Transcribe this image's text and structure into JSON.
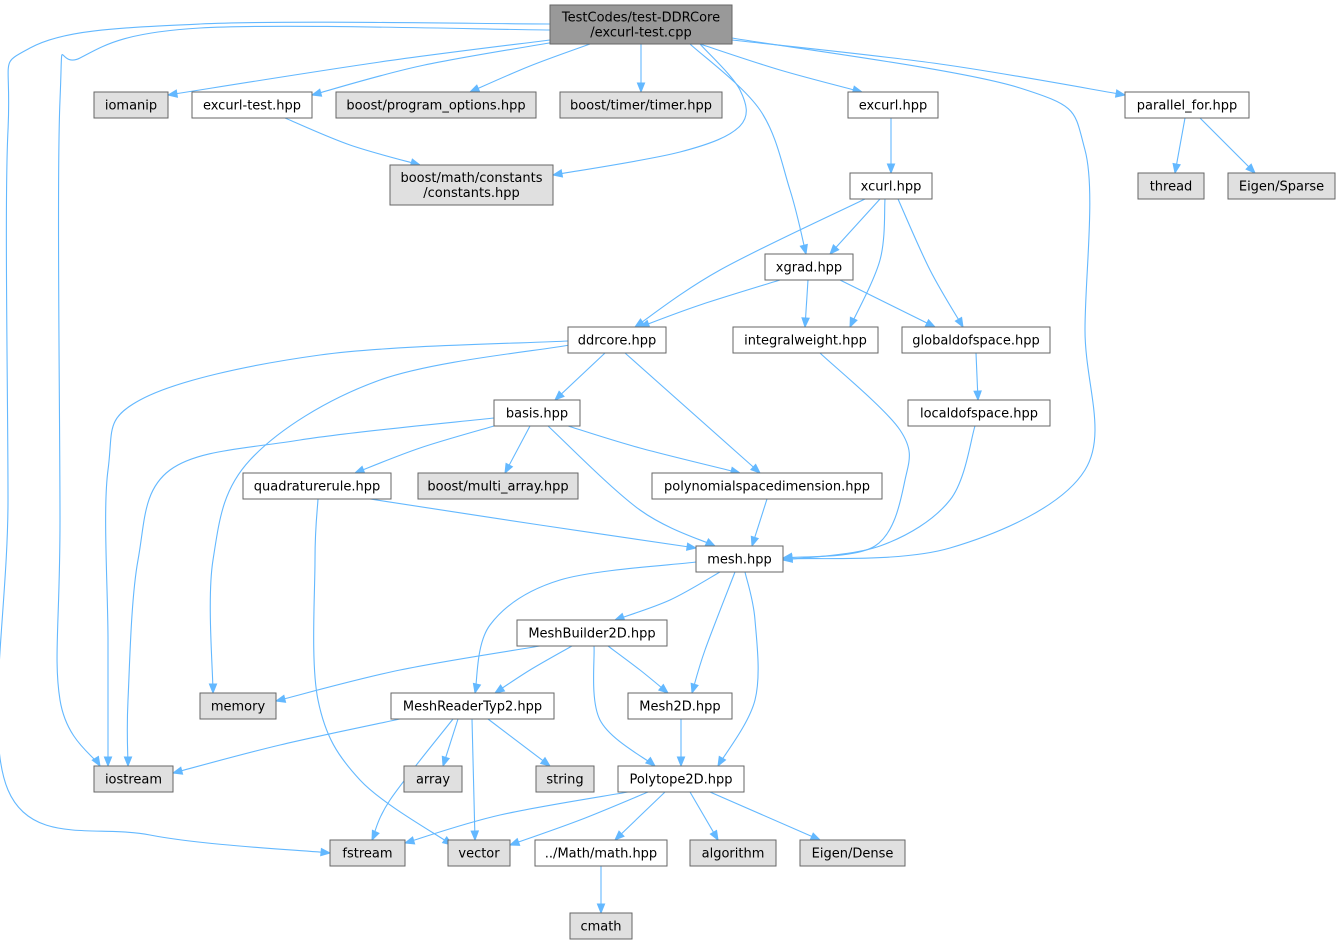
{
  "colors": {
    "root_fill": "#999999",
    "external_fill": "#e0e0e0",
    "internal_fill": "#ffffff",
    "edge": "#63b8ff"
  },
  "nodes": [
    {
      "id": "root",
      "lines": [
        "TestCodes/test-DDRCore",
        "/excurl-test.cpp"
      ],
      "kind": "root"
    },
    {
      "id": "iomanip",
      "lines": [
        "iomanip"
      ],
      "kind": "external"
    },
    {
      "id": "excurl_test",
      "lines": [
        "excurl-test.hpp"
      ],
      "kind": "internal"
    },
    {
      "id": "program_options",
      "lines": [
        "boost/program_options.hpp"
      ],
      "kind": "external"
    },
    {
      "id": "timer",
      "lines": [
        "boost/timer/timer.hpp"
      ],
      "kind": "external"
    },
    {
      "id": "excurl",
      "lines": [
        "excurl.hpp"
      ],
      "kind": "internal"
    },
    {
      "id": "parallel_for",
      "lines": [
        "parallel_for.hpp"
      ],
      "kind": "internal"
    },
    {
      "id": "constants",
      "lines": [
        "boost/math/constants",
        "/constants.hpp"
      ],
      "kind": "external"
    },
    {
      "id": "xcurl",
      "lines": [
        "xcurl.hpp"
      ],
      "kind": "internal"
    },
    {
      "id": "thread",
      "lines": [
        "thread"
      ],
      "kind": "external"
    },
    {
      "id": "eigen_sparse",
      "lines": [
        "Eigen/Sparse"
      ],
      "kind": "external"
    },
    {
      "id": "xgrad",
      "lines": [
        "xgrad.hpp"
      ],
      "kind": "internal"
    },
    {
      "id": "ddrcore",
      "lines": [
        "ddrcore.hpp"
      ],
      "kind": "internal"
    },
    {
      "id": "integralweight",
      "lines": [
        "integralweight.hpp"
      ],
      "kind": "internal"
    },
    {
      "id": "globaldofspace",
      "lines": [
        "globaldofspace.hpp"
      ],
      "kind": "internal"
    },
    {
      "id": "basis",
      "lines": [
        "basis.hpp"
      ],
      "kind": "internal"
    },
    {
      "id": "localdofspace",
      "lines": [
        "localdofspace.hpp"
      ],
      "kind": "internal"
    },
    {
      "id": "quadraturerule",
      "lines": [
        "quadraturerule.hpp"
      ],
      "kind": "internal"
    },
    {
      "id": "multi_array",
      "lines": [
        "boost/multi_array.hpp"
      ],
      "kind": "external"
    },
    {
      "id": "polyspacedim",
      "lines": [
        "polynomialspacedimension.hpp"
      ],
      "kind": "internal"
    },
    {
      "id": "mesh",
      "lines": [
        "mesh.hpp"
      ],
      "kind": "internal"
    },
    {
      "id": "meshbuilder2d",
      "lines": [
        "MeshBuilder2D.hpp"
      ],
      "kind": "internal"
    },
    {
      "id": "memory",
      "lines": [
        "memory"
      ],
      "kind": "external"
    },
    {
      "id": "meshreadertyp2",
      "lines": [
        "MeshReaderTyp2.hpp"
      ],
      "kind": "internal"
    },
    {
      "id": "mesh2d",
      "lines": [
        "Mesh2D.hpp"
      ],
      "kind": "internal"
    },
    {
      "id": "iostream",
      "lines": [
        "iostream"
      ],
      "kind": "external"
    },
    {
      "id": "array",
      "lines": [
        "array"
      ],
      "kind": "external"
    },
    {
      "id": "string",
      "lines": [
        "string"
      ],
      "kind": "external"
    },
    {
      "id": "polytope2d",
      "lines": [
        "Polytope2D.hpp"
      ],
      "kind": "internal"
    },
    {
      "id": "fstream",
      "lines": [
        "fstream"
      ],
      "kind": "external"
    },
    {
      "id": "vector",
      "lines": [
        "vector"
      ],
      "kind": "external"
    },
    {
      "id": "math",
      "lines": [
        "../Math/math.hpp"
      ],
      "kind": "internal"
    },
    {
      "id": "algorithm",
      "lines": [
        "algorithm"
      ],
      "kind": "external"
    },
    {
      "id": "eigen_dense",
      "lines": [
        "Eigen/Dense"
      ],
      "kind": "external"
    },
    {
      "id": "cmath",
      "lines": [
        "cmath"
      ],
      "kind": "external"
    }
  ],
  "edges": [
    [
      "root",
      "iomanip"
    ],
    [
      "root",
      "excurl_test"
    ],
    [
      "root",
      "program_options"
    ],
    [
      "root",
      "timer"
    ],
    [
      "root",
      "excurl"
    ],
    [
      "root",
      "parallel_for"
    ],
    [
      "root",
      "constants"
    ],
    [
      "root",
      "xgrad"
    ],
    [
      "root",
      "mesh"
    ],
    [
      "root",
      "iostream"
    ],
    [
      "root",
      "fstream"
    ],
    [
      "excurl_test",
      "constants"
    ],
    [
      "excurl",
      "xcurl"
    ],
    [
      "parallel_for",
      "thread"
    ],
    [
      "parallel_for",
      "eigen_sparse"
    ],
    [
      "xcurl",
      "xgrad"
    ],
    [
      "xcurl",
      "ddrcore"
    ],
    [
      "xcurl",
      "integralweight"
    ],
    [
      "xcurl",
      "globaldofspace"
    ],
    [
      "xgrad",
      "ddrcore"
    ],
    [
      "xgrad",
      "integralweight"
    ],
    [
      "xgrad",
      "globaldofspace"
    ],
    [
      "ddrcore",
      "basis"
    ],
    [
      "ddrcore",
      "polyspacedim"
    ],
    [
      "ddrcore",
      "iostream"
    ],
    [
      "ddrcore",
      "memory"
    ],
    [
      "integralweight",
      "mesh"
    ],
    [
      "globaldofspace",
      "localdofspace"
    ],
    [
      "localdofspace",
      "mesh"
    ],
    [
      "basis",
      "quadraturerule"
    ],
    [
      "basis",
      "multi_array"
    ],
    [
      "basis",
      "polyspacedim"
    ],
    [
      "basis",
      "mesh"
    ],
    [
      "basis",
      "iostream"
    ],
    [
      "quadraturerule",
      "mesh"
    ],
    [
      "quadraturerule",
      "vector"
    ],
    [
      "polyspacedim",
      "mesh"
    ],
    [
      "mesh",
      "meshbuilder2d"
    ],
    [
      "mesh",
      "mesh2d"
    ],
    [
      "mesh",
      "polytope2d"
    ],
    [
      "mesh",
      "meshreadertyp2"
    ],
    [
      "meshbuilder2d",
      "memory"
    ],
    [
      "meshbuilder2d",
      "meshreadertyp2"
    ],
    [
      "meshbuilder2d",
      "mesh2d"
    ],
    [
      "meshbuilder2d",
      "polytope2d"
    ],
    [
      "meshreadertyp2",
      "iostream"
    ],
    [
      "meshreadertyp2",
      "array"
    ],
    [
      "meshreadertyp2",
      "string"
    ],
    [
      "meshreadertyp2",
      "fstream"
    ],
    [
      "meshreadertyp2",
      "vector"
    ],
    [
      "mesh2d",
      "polytope2d"
    ],
    [
      "polytope2d",
      "fstream"
    ],
    [
      "polytope2d",
      "vector"
    ],
    [
      "polytope2d",
      "math"
    ],
    [
      "polytope2d",
      "algorithm"
    ],
    [
      "polytope2d",
      "eigen_dense"
    ],
    [
      "math",
      "cmath"
    ]
  ]
}
